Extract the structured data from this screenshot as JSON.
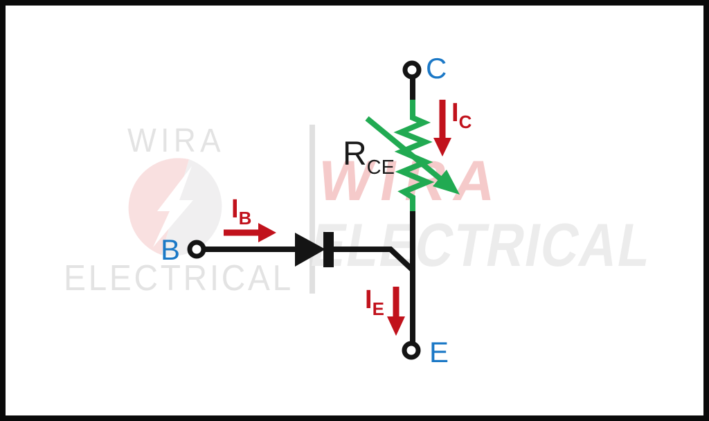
{
  "labels": {
    "collector_terminal": "C",
    "base_terminal": "B",
    "emitter_terminal": "E",
    "resistor_symbol": "R",
    "resistor_subscript": "CE",
    "collector_current_symbol": "I",
    "collector_current_subscript": "C",
    "base_current_symbol": "I",
    "base_current_subscript": "B",
    "emitter_current_symbol": "I",
    "emitter_current_subscript": "E"
  },
  "watermark": {
    "top_text": "WIRA",
    "bottom_left_text": "ELECTRICAL",
    "center_text_top": "WIRA",
    "center_text_bottom": "ELECTRICAL"
  },
  "colors": {
    "terminal_label_blue": "#1b78c6",
    "current_red": "#c1121c",
    "resistor_green": "#21aa52",
    "wire_black": "#141414",
    "watermark_red": "#f5caca",
    "watermark_gray": "#e3e3e3",
    "watermark_light_gray": "#ececec",
    "logo_pink": "#f9e0e0",
    "logo_gray": "#f0eff0"
  }
}
